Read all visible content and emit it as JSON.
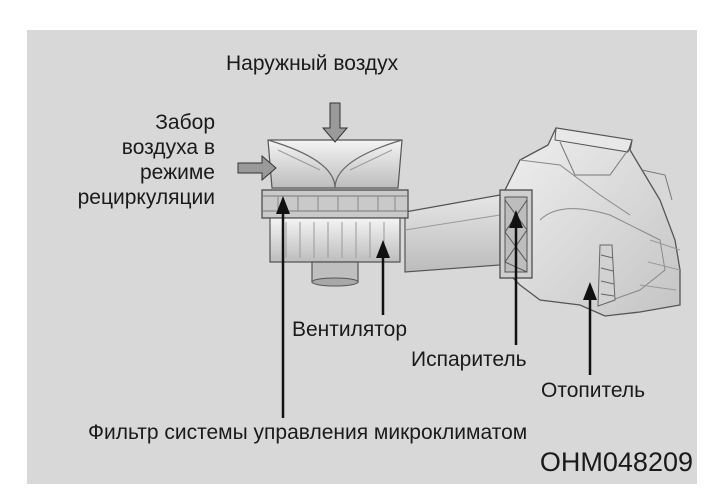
{
  "labels": {
    "outside_air": "Наружный воздух",
    "recirculation": [
      "Забор",
      "воздуха в",
      "режиме",
      "рециркуляции"
    ],
    "fan": "Вентилятор",
    "evaporator": "Испаритель",
    "heater": "Отопитель",
    "filter": "Фильтр системы управления микроклиматом"
  },
  "code": "OHM048209",
  "colors": {
    "panel": "#d8d8d8",
    "body_light": "#eeeeee",
    "body_mid": "#c8c8c8",
    "body_dark": "#8a8a8a",
    "line": "#1a1a1a"
  }
}
